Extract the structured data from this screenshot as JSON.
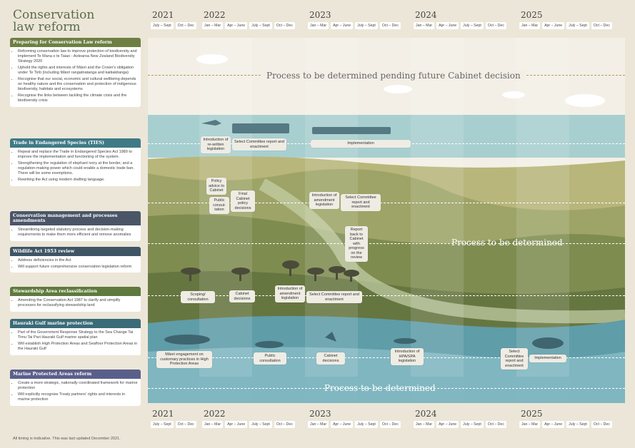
{
  "title": {
    "line1": "Conservation",
    "line2": "law reform"
  },
  "years": [
    {
      "year": "2021",
      "quarters": [
        "July – Sept",
        "Oct – Dec"
      ]
    },
    {
      "year": "2022",
      "quarters": [
        "Jan – Mar",
        "Apr – June",
        "July – Sept",
        "Oct – Dec"
      ]
    },
    {
      "year": "2023",
      "quarters": [
        "Jan – Mar",
        "Apr – June",
        "July – Sept",
        "Oct – Dec"
      ]
    },
    {
      "year": "2024",
      "quarters": [
        "Jan – Mar",
        "Apr – June",
        "July – Sept",
        "Oct – Dec"
      ]
    },
    {
      "year": "2025",
      "quarters": [
        "Jan – Mar",
        "Apr – June",
        "July – Sept",
        "Oct – Dec"
      ]
    }
  ],
  "sections": [
    {
      "heading": "Preparing for Conservation Law reform",
      "color": "#6e7f43",
      "bullets": [
        "Reforming conservation law to improve protection of biodiversity and implement Te Mana o te Taiao - Aotearoa New Zealand Biodiversity Strategy 2020",
        "Uphold the rights and interests of Māori and the Crown's obligation under Te Tiriti (including Māori rangatiratanga and kaitiakitanga)",
        "Recognise that our social, economic and cultural wellbeing depends on healthy nature and the conservation and protection of indigenous biodiversity, habitats and ecosystems",
        "Recognise the links between tackling the climate crisis and the biodiversity crisis"
      ]
    },
    {
      "heading": "Trade in Endangered Species (TIES)",
      "color": "#3f7a86",
      "bullets": [
        "Repeal and replace the Trade in Endangered Species Act 1989 to improve the implementation and functioning of the system.",
        "Strengthening the regulation of elephant ivory at the border, and a regulation-making power which could enable a domestic trade ban. There will be some exemptions.",
        "Rewriting the Act using modern drafting language."
      ]
    },
    {
      "heading": "Conservation management and processes amendments",
      "color": "#4a5568",
      "bullets": [
        "Streamlining targeted statutory process and decision-making requirements to make them more efficient and remove anomalies"
      ]
    },
    {
      "heading": "Wildlife Act 1953 review",
      "color": "#3f5566",
      "bullets": [
        "Address deficiencies in the Act",
        "Will support future comprehensive conservation legislation reform"
      ]
    },
    {
      "heading": "Stewardship Area reclassification",
      "color": "#5f7a3e",
      "bullets": [
        "Amending the Conservation Act 1987 to clarify and simplify processes for reclassifying stewardship land"
      ]
    },
    {
      "heading": "Hauraki Gulf marine protection",
      "color": "#3a6b78",
      "bullets": [
        "Part of the Government Response Strategy to the Sea Change Tai Timu Tai Pari Hauraki Gulf marine spatial plan",
        "Will establish High Protection Areas and Seafloor Protection Areas in the Hauraki Gulf"
      ]
    },
    {
      "heading": "Marine Protected Areas reform",
      "color": "#5a5f8a",
      "bullets": [
        "Create a more strategic, nationally coordinated framework for marine protection",
        "Will explicitly recognise Treaty partners' rights and interests in marine protection"
      ]
    }
  ],
  "process_texts": {
    "row1": "Process to be determined pending future Cabinet decision",
    "row3": "Process to be determined",
    "row7": "Process to be determined"
  },
  "nodes": {
    "ties_intro": "Introduction of re-written legislation",
    "ties_select": "Select Committee report and enactment",
    "ties_impl": "Implementation",
    "cm_policy": "Policy advice to Cabinet",
    "cm_public": "Public consul- tation",
    "cm_final": "Final Cabinet policy decisions",
    "cm_intro": "Introduction of amendment legislation",
    "cm_select": "Select Committee report and enactment",
    "wl_report": "Report back to Cabinet with progress on the review",
    "sa_scoping": "Scoping/ consultation",
    "sa_cabinet": "Cabinet decisions",
    "sa_intro": "Introduction of amendment legislation",
    "sa_select": "Select Committee report and enactment",
    "hg_maori": "Māori engagement on customary practices in High Protection Areas",
    "hg_public": "Public consultation",
    "hg_cabinet": "Cabinet decisions",
    "hg_intro": "Introduction of HPA/SPA legislation",
    "hg_select": "Select Committee report and enactment",
    "hg_impl": "Implementation"
  },
  "footer": "All timing is indicative. This was last updated December 2021.",
  "colors": {
    "sky": "#f3efe6",
    "land_light": "#a9ab6d",
    "land_dark": "#5f6e3a",
    "sea": "#7fb6c0",
    "sea_dark": "#3d7d8a",
    "accent": "#b8a57a"
  }
}
